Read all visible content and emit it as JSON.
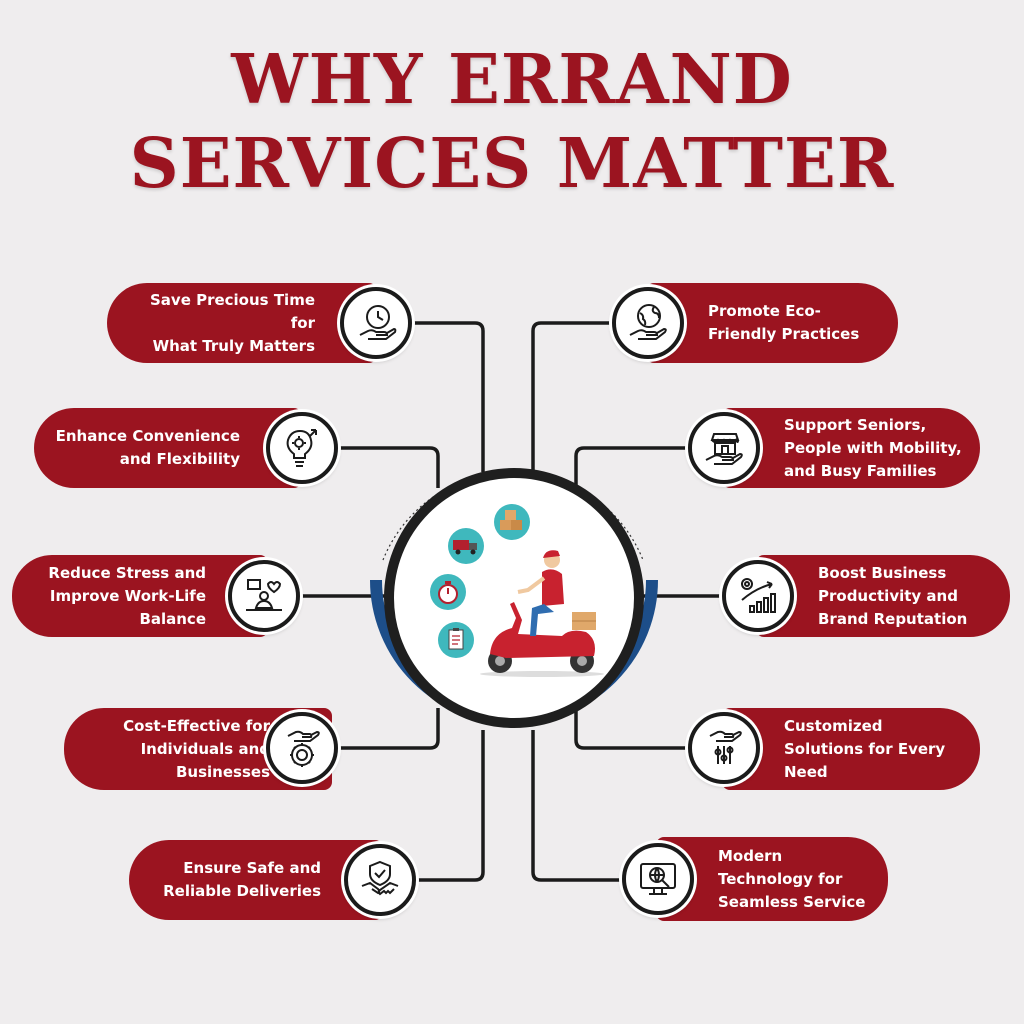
{
  "title": {
    "line1": "WHY ERRAND",
    "line2": "SERVICES MATTER"
  },
  "colors": {
    "background": "#efedee",
    "accent_red": "#9b1420",
    "dark": "#1b1b1b",
    "blue": "#1d4e89",
    "teal": "#3fb8bd"
  },
  "left_items": [
    {
      "label": "Save Precious Time for\nWhat Truly Matters",
      "icon": "hand-clock-icon"
    },
    {
      "label": "Enhance Convenience\nand Flexibility",
      "icon": "lightbulb-gear-icon"
    },
    {
      "label": "Reduce Stress and\nImprove Work-Life\nBalance",
      "icon": "work-life-balance-icon"
    },
    {
      "label": "Cost-Effective for\nIndividuals and\nBusinesses",
      "icon": "hand-money-gear-icon"
    },
    {
      "label": "Ensure Safe and\nReliable Deliveries",
      "icon": "handshake-shield-icon"
    }
  ],
  "right_items": [
    {
      "label": "Promote Eco-\nFriendly Practices",
      "icon": "hand-globe-icon"
    },
    {
      "label": "Support Seniors,\nPeople with Mobility,\nand Busy Families",
      "icon": "hand-store-icon"
    },
    {
      "label": "Boost Business\nProductivity and\nBrand Reputation",
      "icon": "growth-chart-icon"
    },
    {
      "label": "Customized\nSolutions for Every\nNeed",
      "icon": "hand-sliders-icon"
    },
    {
      "label": "Modern\nTechnology for\nSeamless Service",
      "icon": "monitor-globe-icon"
    }
  ],
  "hub": {
    "icon": "delivery-scooter-icon",
    "small_icons": [
      "delivery-truck-icon",
      "boxes-icon",
      "stopwatch-icon",
      "clipboard-icon"
    ]
  }
}
